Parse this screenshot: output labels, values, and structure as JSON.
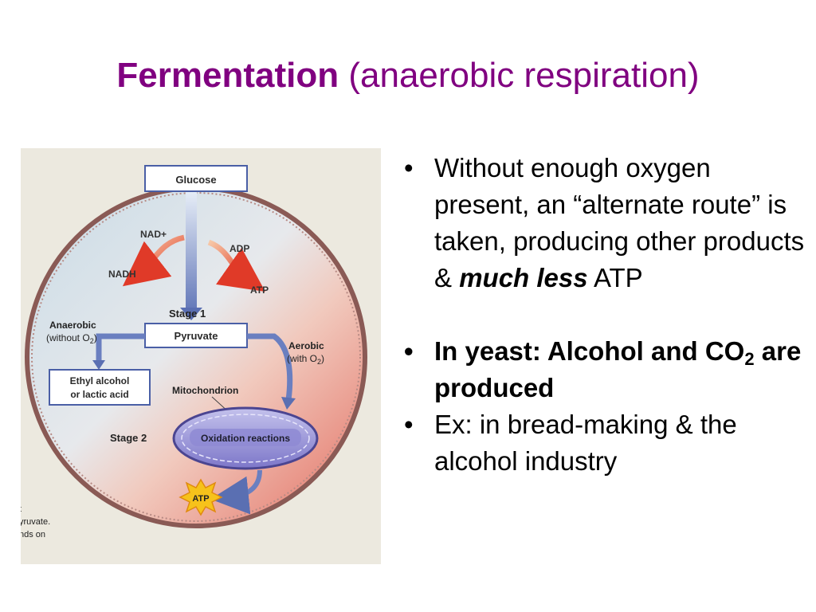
{
  "title": {
    "bold": "Fermentation",
    "rest": "(anaerobic respiration)"
  },
  "figure": {
    "glucose": "Glucose",
    "nad_plus": "NAD+",
    "nadh": "NADH",
    "adp": "ADP",
    "atp_top": "ATP",
    "stage1": "Stage 1",
    "pyruvate": "Pyruvate",
    "anaerobic": "Anaerobic",
    "without_o2_pre": "(without O",
    "without_o2_sub": "2",
    "without_o2_post": ")",
    "aerobic": "Aerobic",
    "with_o2_pre": "(with O",
    "with_o2_sub": "2",
    "with_o2_post": ")",
    "product_line1": "Ethyl alcohol",
    "product_line2": "or lactic acid",
    "mitochondrion": "Mitochondrion",
    "stage2": "Stage 2",
    "oxidation": "Oxidation reactions",
    "atp_bottom": "ATP",
    "cut_text_1": "t",
    "cut_text_2": "yruvate.",
    "cut_text_3": "nds on"
  },
  "bullets": {
    "b1_text": "Without enough oxygen present, an “alternate route” is taken, producing other products & ",
    "b1_em": "much less",
    "b1_end": " ATP",
    "b2_pre": "In yeast: Alcohol and CO",
    "b2_sub": "2",
    "b2_post": " are produced",
    "b3": "Ex: in bread-making & the alcohol industry"
  }
}
